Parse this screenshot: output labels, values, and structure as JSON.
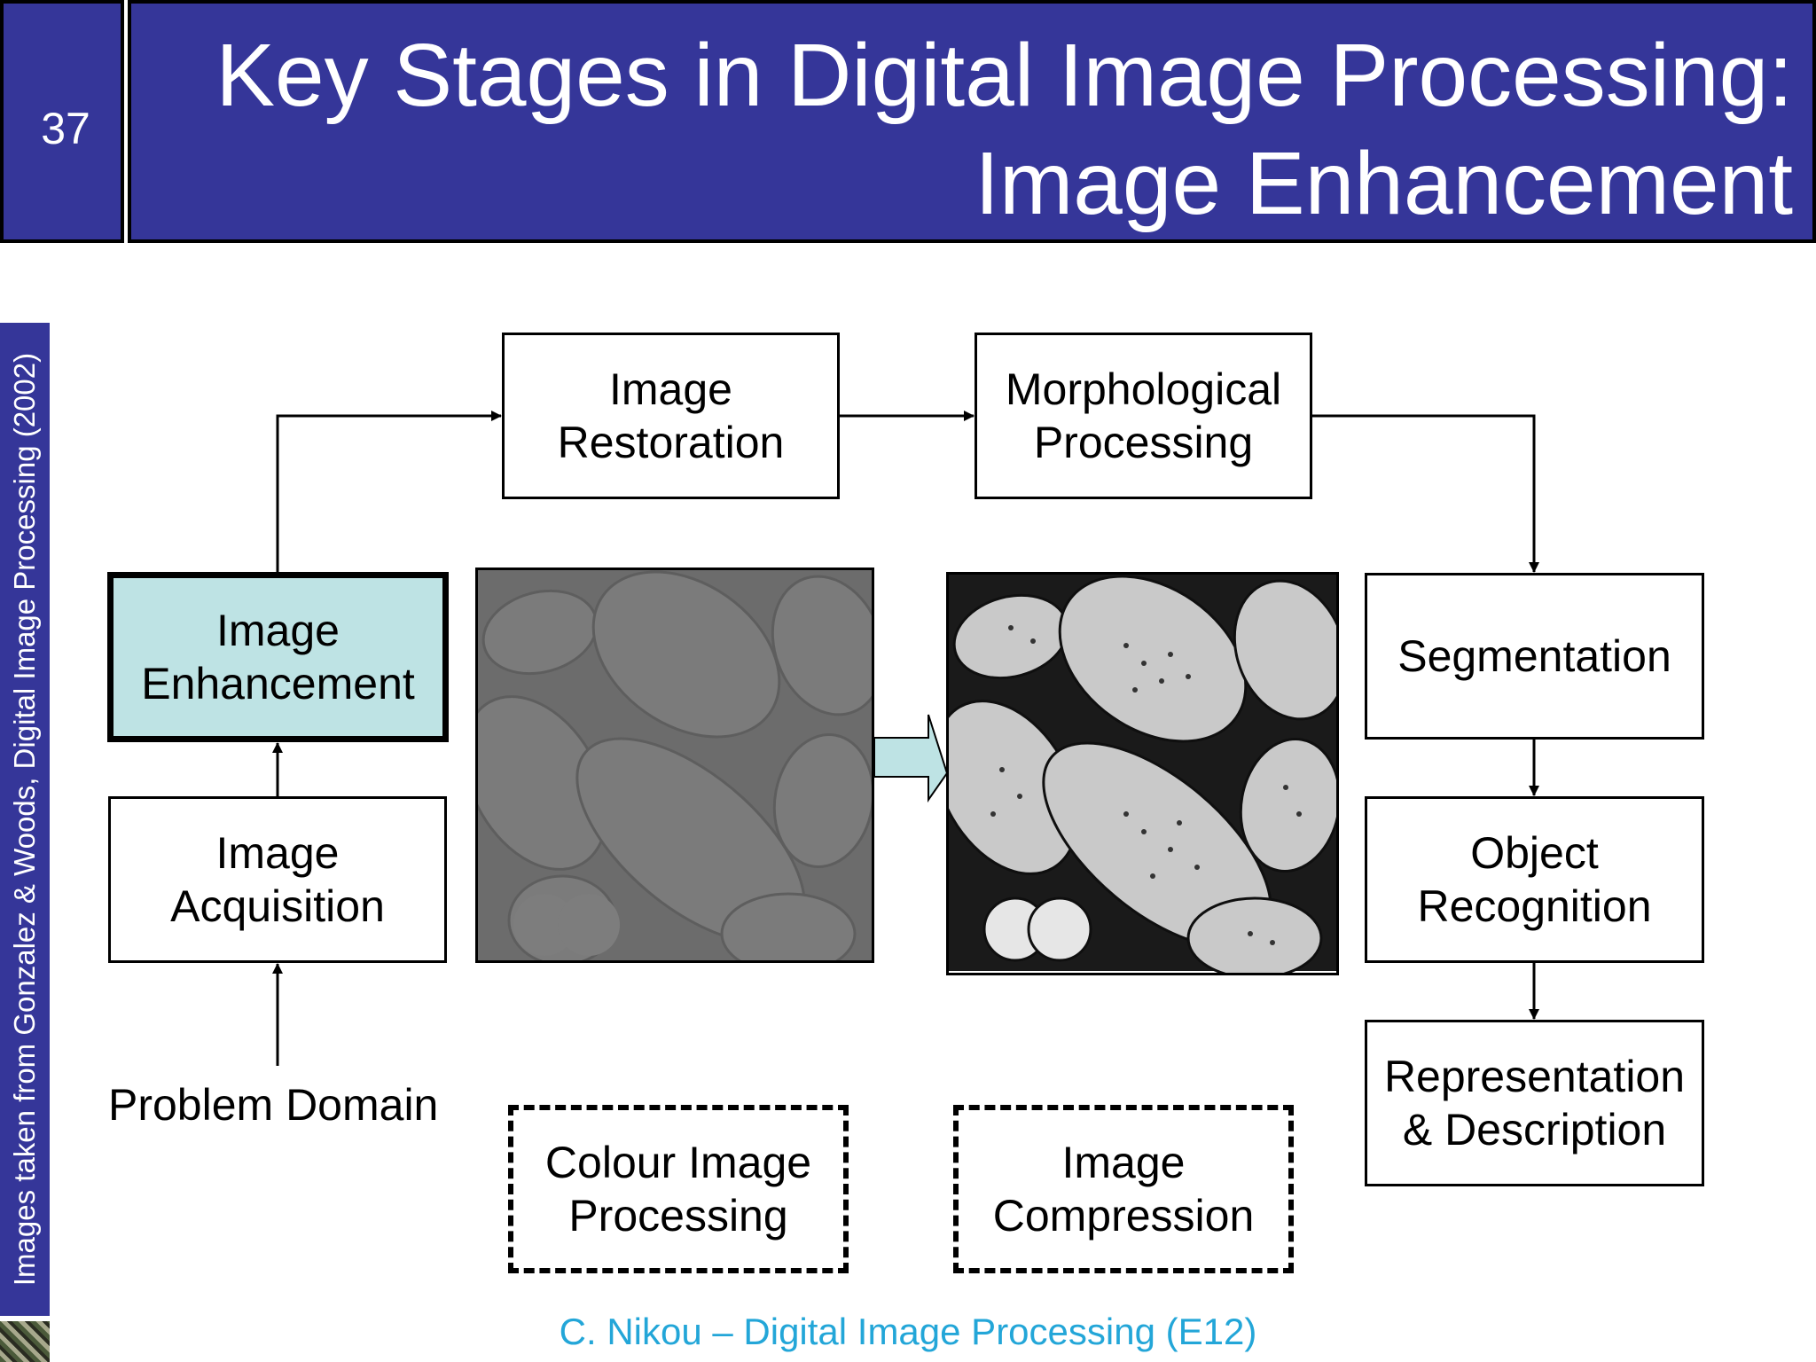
{
  "header": {
    "slide_number": "37",
    "title_line1": "Key Stages in Digital Image Processing:",
    "title_line2": "Image Enhancement"
  },
  "sidebar": {
    "credit": "Images taken from Gonzalez & Woods, Digital Image Processing (2002)"
  },
  "diagram": {
    "image_restoration": [
      "Image",
      "Restoration"
    ],
    "morphological_processing": [
      "Morphological",
      "Processing"
    ],
    "image_enhancement": [
      "Image",
      "Enhancement"
    ],
    "image_acquisition": [
      "Image",
      "Acquisition"
    ],
    "problem_domain": "Problem Domain",
    "segmentation": "Segmentation",
    "object_recognition": [
      "Object",
      "Recognition"
    ],
    "representation_description": [
      "Representation",
      "& Description"
    ],
    "colour_image_processing": [
      "Colour Image",
      "Processing"
    ],
    "image_compression": [
      "Image",
      "Compression"
    ]
  },
  "colors": {
    "header_bg": "#353699",
    "highlight_fill": "#bee3e4",
    "arrow_fill": "#bee3e4",
    "footer_text": "#23a6d8"
  },
  "footer": {
    "text": "C. Nikou – Digital Image Processing (E12)"
  }
}
